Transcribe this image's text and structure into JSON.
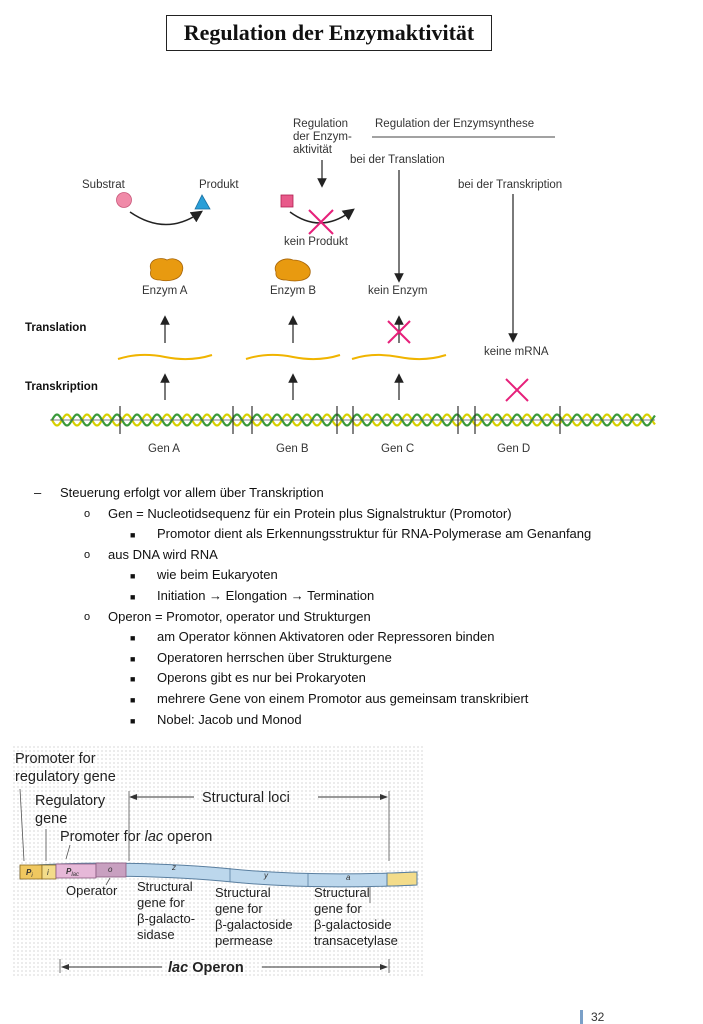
{
  "title": "Regulation der Enzymaktivität",
  "figure1": {
    "reg_enzymaktivitaet": [
      "Regulation",
      "der Enzym-",
      "aktivität"
    ],
    "reg_enzymsynthese": "Regulation der Enzymsynthese",
    "bei_translation": "bei der Translation",
    "bei_transkription": "bei der Transkription",
    "substrat": "Substrat",
    "produkt": "Produkt",
    "kein_produkt": "kein Produkt",
    "enzym_a": "Enzym A",
    "enzym_b": "Enzym B",
    "kein_enzym": "kein Enzym",
    "keine_mrna": "keine mRNA",
    "translation": "Translation",
    "transkription": "Transkription",
    "genes": [
      "Gen A",
      "Gen B",
      "Gen C",
      "Gen D"
    ],
    "colors": {
      "mrna": "#f0b400",
      "cross": "#e6207a",
      "enzyme": "#e89a10",
      "dna_yellow": "#d8d000",
      "dna_green": "#3a9a3a"
    }
  },
  "notes": {
    "items": [
      {
        "level": 1,
        "marker": "–",
        "text": "Steuerung erfolgt vor allem über Transkription"
      },
      {
        "level": 2,
        "marker": "o",
        "text": "Gen = Nucleotidsequenz für ein Protein plus Signalstruktur (Promotor)"
      },
      {
        "level": 3,
        "marker": "■",
        "text": "Promotor dient als Erkennungsstruktur für RNA-Polymerase am Genanfang"
      },
      {
        "level": 2,
        "marker": "o",
        "text": "aus DNA wird RNA"
      },
      {
        "level": 3,
        "marker": "■",
        "text": "wie beim Eukaryoten"
      },
      {
        "level": 3,
        "marker": "■",
        "text": "Initiation → Elongation → Termination"
      },
      {
        "level": 2,
        "marker": "o",
        "text": "Operon = Promotor, operator und Strukturgen"
      },
      {
        "level": 3,
        "marker": "■",
        "text": "am Operator können Aktivatoren oder Repressoren binden"
      },
      {
        "level": 3,
        "marker": "■",
        "text": "Operatoren herrschen über Strukturgene"
      },
      {
        "level": 3,
        "marker": "■",
        "text": "Operons gibt es nur bei Prokaryoten"
      },
      {
        "level": 3,
        "marker": "■",
        "text": "mehrere Gene von einem Promotor aus gemeinsam transkribiert"
      },
      {
        "level": 3,
        "marker": "■",
        "text": "Nobel: Jacob und Monod"
      }
    ]
  },
  "figure2": {
    "promoter_reg": [
      "Promoter for",
      "regulatory gene"
    ],
    "regulatory_gene": [
      "Regulatory",
      "gene"
    ],
    "structural_loci": "Structural loci",
    "promoter_lac": [
      "Promoter for ",
      "lac",
      " operon"
    ],
    "segments": {
      "p_i": "P",
      "p_i_sub": "i",
      "i": "i",
      "p_lac": "P",
      "p_lac_sub": "lac",
      "o": "o",
      "z": "z",
      "y": "y",
      "a": "a"
    },
    "operator": "Operator",
    "struct_z": [
      "Structural",
      "gene for",
      "β-galacto-",
      "sidase"
    ],
    "struct_y": [
      "Structural",
      "gene for",
      "β-galactoside",
      "permease"
    ],
    "struct_a": [
      "Structural",
      "gene for",
      "β-galactoside",
      "transacetylase"
    ],
    "lac_operon": [
      "lac",
      " Operon"
    ],
    "colors": {
      "tube": "#bcd7ec",
      "tube_end": "#f3dc8a",
      "p_i": "#f0c860",
      "p_lac": "#e6b8d8",
      "o": "#c8a0c0"
    }
  },
  "page_number": "32"
}
